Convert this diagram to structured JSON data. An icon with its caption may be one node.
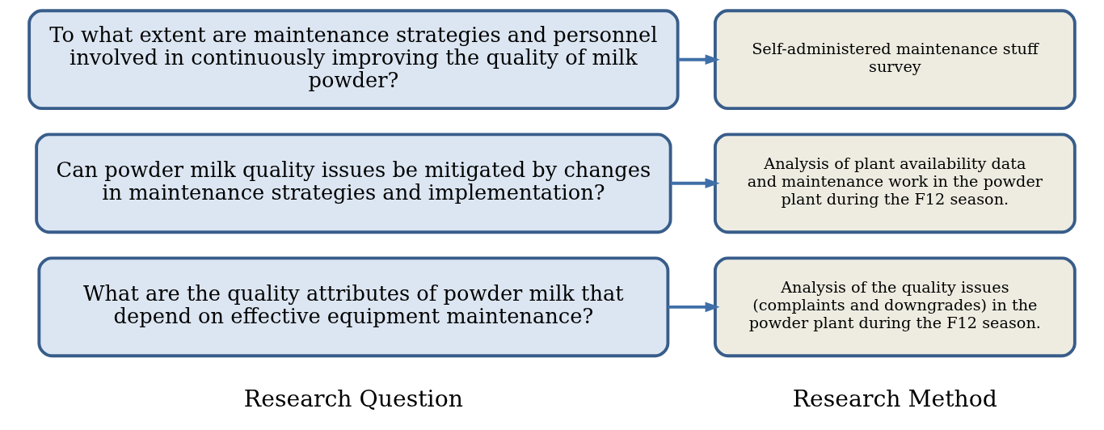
{
  "diagram": {
    "nodes": [
      {
        "text": [
          "What are the quality attributes of powder milk that depend on effective equipment maintenance?"
        ]
      },
      {
        "text": [
          "Can powder milk quality issues be mitigated by changes in maintenance strategies and implementation?"
        ]
      },
      {
        "text": [
          "To what extent are maintenance strategies and personnel involved in continuously improving the quality of milk powder?"
        ]
      },
      {
        "text": [
          "Analysis of the quality issues (complaints and downgrades) in the powder plant during the F12 season."
        ]
      },
      {
        "text": [
          "Analysis of plant availability data and maintenance work in the powder plant during the F12 season."
        ]
      },
      {
        "text": [
          "Self-administered maintenance stuff survey"
        ]
      }
    ],
    "edges": [
      {
        "from": 0,
        "to": 3,
        "arrow": "to"
      },
      {
        "from": 1,
        "to": 4,
        "arrow": "to"
      },
      {
        "from": 2,
        "to": 5,
        "arrow": "to"
      }
    ],
    "labels": [
      "Research Question",
      "Research Method"
    ]
  }
}
